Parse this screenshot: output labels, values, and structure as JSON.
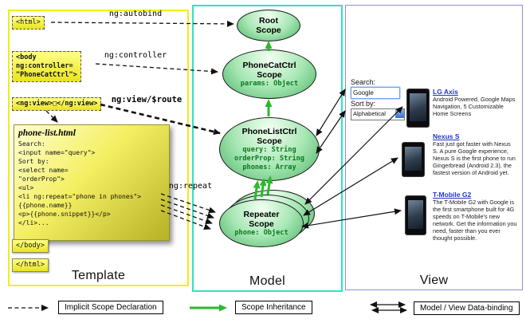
{
  "colors": {
    "template_border": "#f2ee11",
    "model_border": "#2fe3c3",
    "view_border": "#8f8fc9",
    "note_yellow": "#f4ef62",
    "scope_green": "#a7e7b4",
    "inheritance_green": "#2db82d",
    "link_blue": "#2236c7"
  },
  "template_panel": {
    "label": "Template",
    "html_open": "<html>",
    "body_open": "<body\nng:controller=\n\"PhoneCatCtrl\">",
    "ng_view": "<ng:view>□</ng:view>",
    "body_close": "</body>",
    "html_close": "</html>",
    "note": {
      "title": "phone-list.html",
      "lines": [
        "Search:",
        "<input name=\"query\">",
        "Sort by:",
        "<select name=",
        "\"orderProp\">",
        "<ul>",
        "<li ng:repeat=\"phone in phones\">",
        "{{phone.name}}",
        "<p>{{phone.snippet}}</p>",
        "</li>..."
      ]
    }
  },
  "arrow_labels": {
    "autobind": "ng:autobind",
    "controller": "ng:controller",
    "view_route": "ng:view/$route",
    "repeat": "ng:repeat"
  },
  "model_panel": {
    "label": "Model",
    "scopes": [
      {
        "name": "Root\nScope",
        "props": []
      },
      {
        "name": "PhoneCatCtrl\nScope",
        "props": [
          "params: Object"
        ]
      },
      {
        "name": "PhoneListCtrl\nScope",
        "props": [
          "query: String",
          "orderProp: String",
          "phones: Array"
        ]
      },
      {
        "name": "Repeater\nScope",
        "props": [
          "phone: Object"
        ]
      }
    ]
  },
  "view_panel": {
    "label": "View",
    "search_label": "Search:",
    "search_value": "Google",
    "sort_label": "Sort by:",
    "sort_value": "Alphabetical",
    "phones": [
      {
        "name": "LG Axis",
        "description": "Android Powered, Google Maps Navigation, 5 Customizable Home Screens"
      },
      {
        "name": "Nexus S",
        "description": "Fast just got faster with Nexus S. A pure Google experience, Nexus S is the first phone to run Gingerbread (Android 2.3), the fastest version of Android yet."
      },
      {
        "name": "T-Mobile G2",
        "description": "The T-Mobile G2 with Google is the first smartphone built for 4G speeds on T-Mobile's new network. Get the information you need, faster than you ever thought possible."
      }
    ]
  },
  "legend": {
    "items": [
      {
        "label": "Implicit Scope Declaration"
      },
      {
        "label": "Scope Inheritance"
      },
      {
        "label": "Model / View Data-binding"
      }
    ]
  }
}
